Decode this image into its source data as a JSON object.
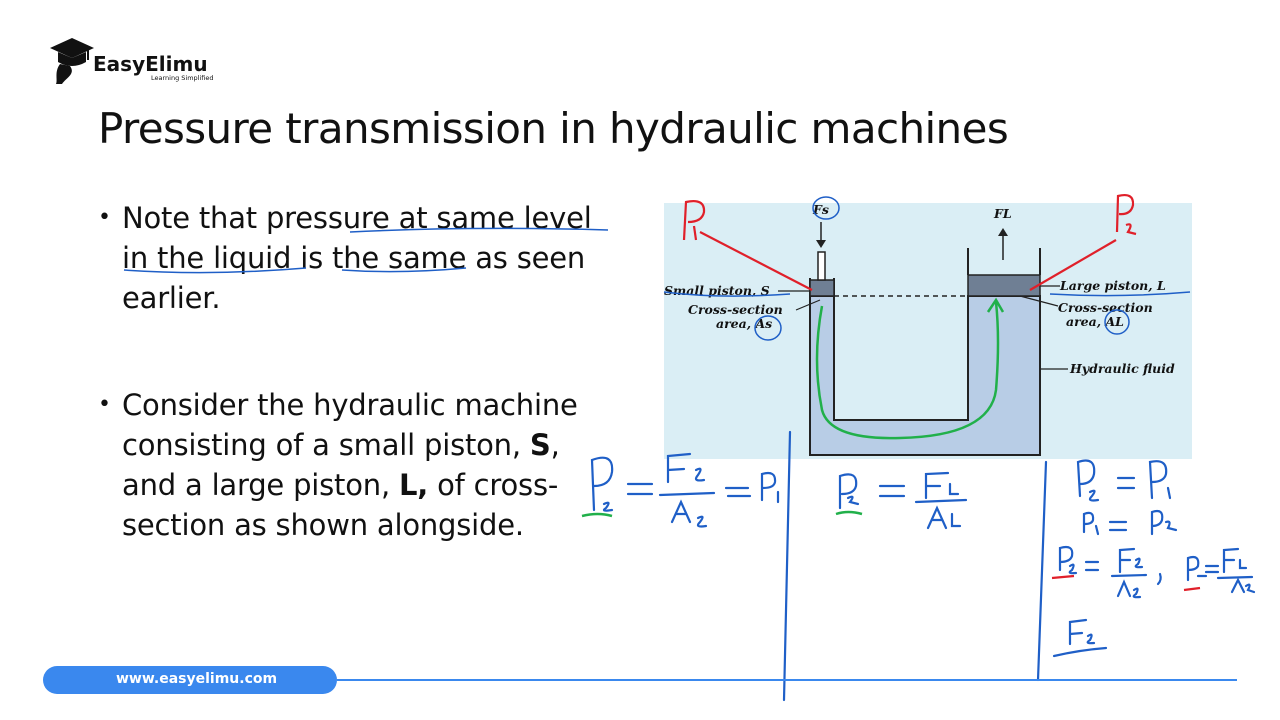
{
  "brand": {
    "name": "EasyElimu",
    "tagline": "Learning Simplified"
  },
  "slide": {
    "title": "Pressure transmission in hydraulic machines",
    "bullets": [
      {
        "marker": "•",
        "text": "Note that pressure at same level in the liquid is the same as seen earlier."
      },
      {
        "marker": "•",
        "p1": "Consider the hydraulic machine consisting of a small piston, ",
        "s": "S",
        "p2": ", and a large piston, ",
        "l": "L,",
        "p3": " of cross-section as shown alongside."
      }
    ]
  },
  "diagram": {
    "fs_label": "Fs",
    "fl_label": "FL",
    "small_piston_label": "Small piston, S",
    "cross_section_small": [
      "Cross-section",
      "area, As"
    ],
    "large_piston_label": "Large piston, L",
    "cross_section_large": [
      "Cross-section",
      "area, AL"
    ],
    "fluid_label": "Hydraulic fluid"
  },
  "colors": {
    "accent": "#3a88ee",
    "fluid": "#b8cde6",
    "diagram_bg": "#daeef5",
    "ink_blue": "#1f5fc7",
    "ink_red": "#e0202a",
    "ink_green": "#21b04a"
  },
  "footer": {
    "url": "www.easyelimu.com"
  }
}
